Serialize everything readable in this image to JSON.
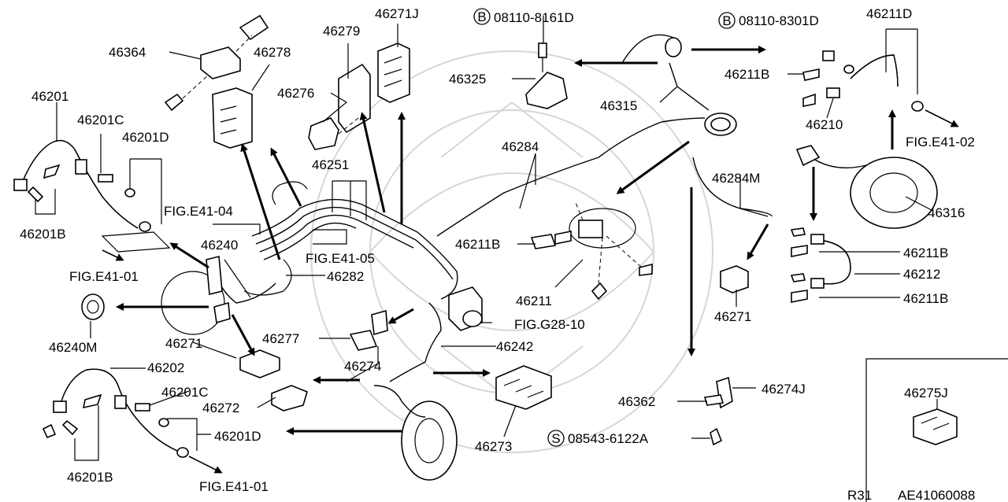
{
  "diagram": {
    "model_code": "R31",
    "figure_code": "AE41060088",
    "callouts": [
      "46201",
      "46201C",
      "46201D",
      "46201B",
      "46364",
      "46278",
      "46279",
      "46271J",
      "46276",
      "46251",
      "08110-8161D",
      "46325",
      "46315",
      "08110-8301D",
      "46211D",
      "46211B",
      "46210",
      "FIG.E41-02",
      "46284",
      "46284M",
      "46316",
      "FIG.E41-04",
      "46240",
      "FIG.E41-05",
      "46282",
      "46211B",
      "46211",
      "46211B",
      "46212",
      "46211B",
      "FIG.E41-01",
      "46240M",
      "46271",
      "46277",
      "FIG.G28-10",
      "46242",
      "46274",
      "46271",
      "46202",
      "46201C",
      "46272",
      "46201D",
      "46273",
      "46201B",
      "FIG.E41-01",
      "46362",
      "46274J",
      "08543-6122A",
      "46275J"
    ],
    "markers": {
      "bolt": "B",
      "screw": "S"
    },
    "icons": [
      "bolt-icon",
      "screw-icon"
    ]
  }
}
